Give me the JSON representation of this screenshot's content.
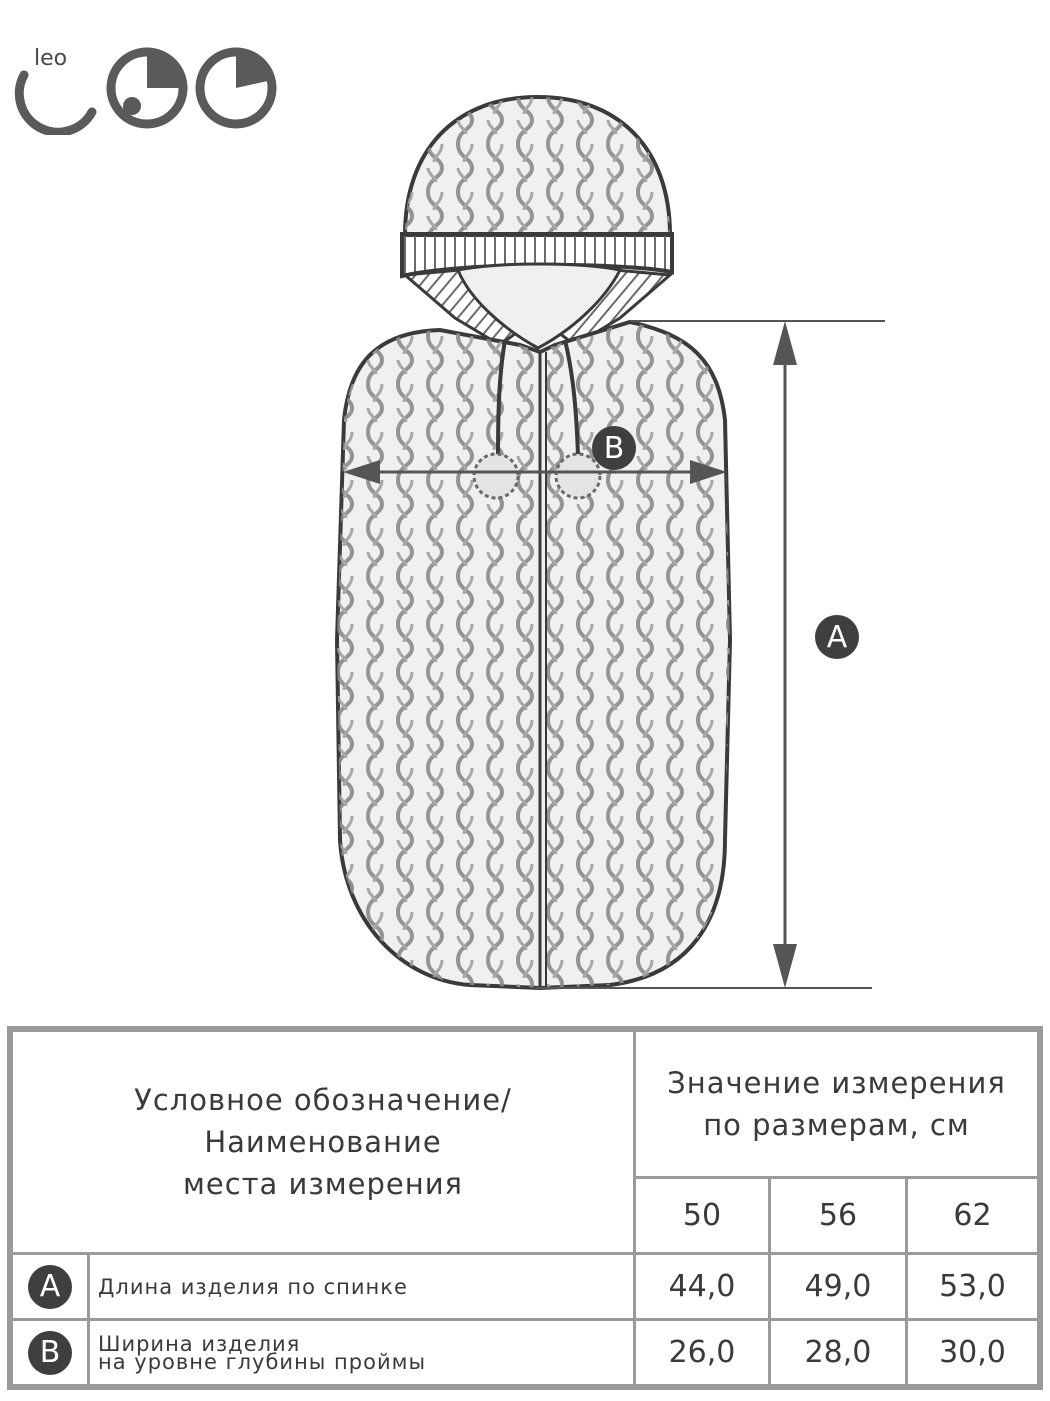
{
  "brand": {
    "small_text": "leo"
  },
  "markers": {
    "a": "A",
    "b": "B"
  },
  "table": {
    "header_left": "Условное обозначение/\nНаименование\nместа измерения",
    "header_right": "Значение измерения\nпо размерам, см",
    "sizes": [
      "50",
      "56",
      "62"
    ],
    "rows": [
      {
        "marker": "A",
        "name": "Длина изделия по спинке",
        "values": [
          "44,0",
          "49,0",
          "53,0"
        ]
      },
      {
        "marker": "B",
        "name": "Ширина изделия\nна уровне глубины проймы",
        "values": [
          "26,0",
          "28,0",
          "30,0"
        ]
      }
    ]
  },
  "colors": {
    "outline": "#3a3a3a",
    "body_fill": "#f0f0f0",
    "cable": "#8a8a8a",
    "table_border": "#9a9a9a",
    "marker_fill": "#3f3f3f"
  }
}
